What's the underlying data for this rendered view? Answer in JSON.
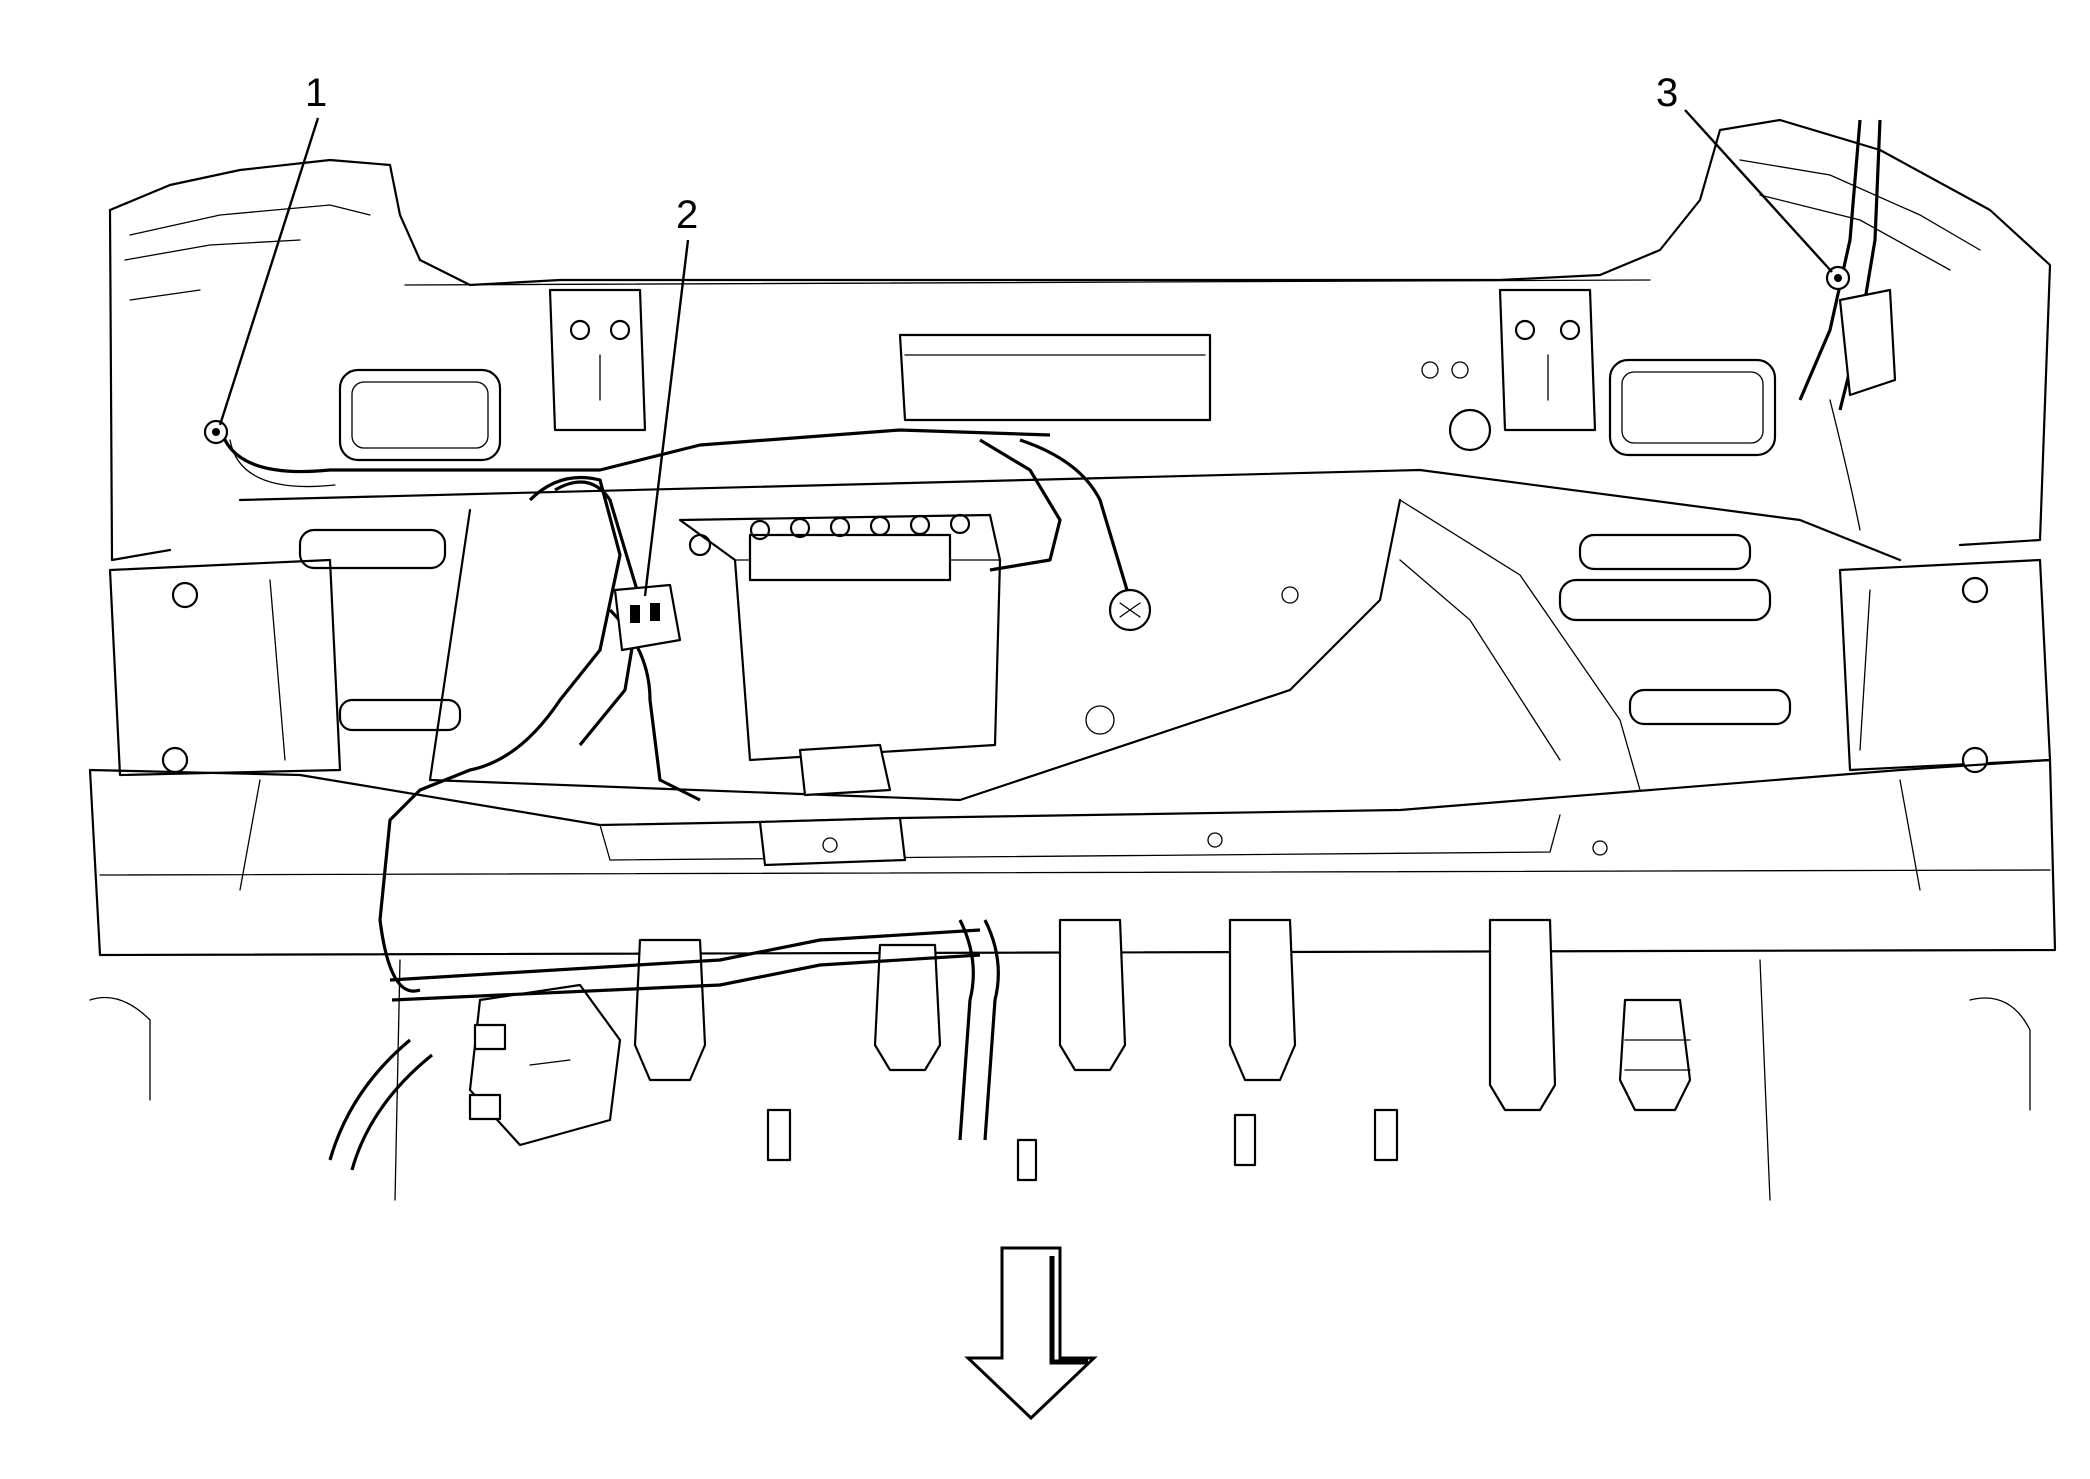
{
  "callouts": [
    {
      "label": "1",
      "target": "harness-ground-left"
    },
    {
      "label": "2",
      "target": "battery-harness-connector"
    },
    {
      "label": "3",
      "target": "harness-ground-right"
    }
  ],
  "direction_arrow": {
    "icon": "arrow-down-icon"
  },
  "colors": {
    "line": "#000000",
    "background": "#ffffff"
  }
}
